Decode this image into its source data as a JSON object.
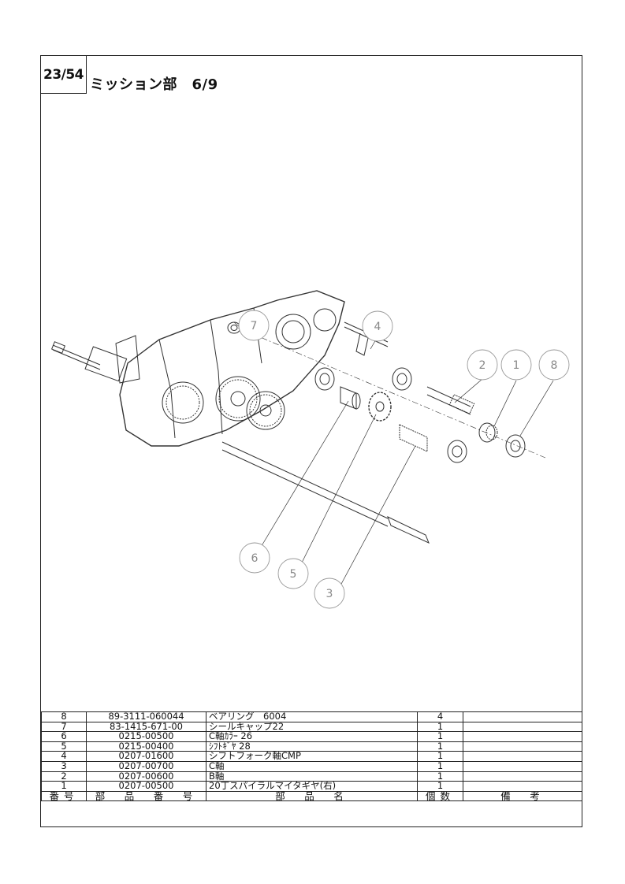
{
  "page": {
    "number": "23/54",
    "title": "ミッション部　6/9"
  },
  "callouts": [
    "1",
    "2",
    "3",
    "4",
    "5",
    "6",
    "7",
    "8"
  ],
  "parts_table": {
    "headers": {
      "no": "番号",
      "part_number": "部　品　番　号",
      "part_name": "部　品　名",
      "qty": "個数",
      "remarks": "備　考"
    },
    "rows": [
      {
        "no": "8",
        "part_number": "89-3111-060044",
        "part_name": "ベアリング　6004",
        "qty": "4",
        "remarks": ""
      },
      {
        "no": "7",
        "part_number": "83-1415-671-00",
        "part_name": "シールキャップ22",
        "qty": "1",
        "remarks": ""
      },
      {
        "no": "6",
        "part_number": "0215-00500",
        "part_name": "C軸ｶﾗｰ 26",
        "qty": "1",
        "remarks": ""
      },
      {
        "no": "5",
        "part_number": "0215-00400",
        "part_name": "ｼﾌﾄｷﾞﾔ 28",
        "qty": "1",
        "remarks": ""
      },
      {
        "no": "4",
        "part_number": "0207-01600",
        "part_name": "シフトフォーク軸CMP",
        "qty": "1",
        "remarks": ""
      },
      {
        "no": "3",
        "part_number": "0207-00700",
        "part_name": "C軸",
        "qty": "1",
        "remarks": ""
      },
      {
        "no": "2",
        "part_number": "0207-00600",
        "part_name": "B軸",
        "qty": "1",
        "remarks": ""
      },
      {
        "no": "1",
        "part_number": "0207-00500",
        "part_name": "20丁スパイラルマイタギヤ(右)",
        "qty": "1",
        "remarks": ""
      }
    ]
  }
}
